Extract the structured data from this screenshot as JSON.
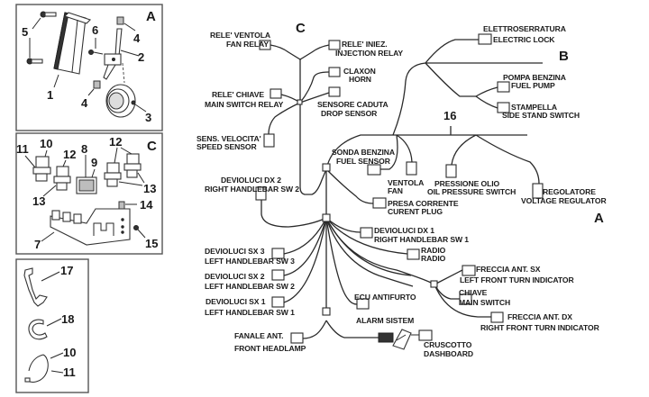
{
  "panels": {
    "A": {
      "label": "A",
      "callouts": [
        "5",
        "1",
        "6",
        "4",
        "2",
        "4",
        "3"
      ],
      "parts": [
        "bolt-pair",
        "relay-box",
        "screw",
        "nut",
        "bracket",
        "nut",
        "horn"
      ]
    },
    "C": {
      "label": "C",
      "callouts": [
        "11",
        "10",
        "12",
        "8",
        "9",
        "12",
        "13",
        "13",
        "14",
        "7",
        "15"
      ],
      "parts": [
        "relay",
        "relay",
        "diode-module",
        "relay",
        "relay",
        "relay-bracket",
        "nut",
        "screw"
      ]
    },
    "misc": {
      "callouts": [
        "17",
        "18",
        "10",
        "11"
      ],
      "parts": [
        "cable-clip",
        "cable-clamp",
        "cable-tie"
      ]
    }
  },
  "harness": {
    "section_labels": {
      "C": "C",
      "B": "B",
      "A": "A",
      "main_cable": "16"
    },
    "connectors": {
      "fan_relay": [
        "RELE' VENTOLA",
        "FAN RELAY"
      ],
      "injection_relay": [
        "RELE' INIEZ.",
        "INJECTION RELAY"
      ],
      "horn": [
        "CLAXON",
        "HORN"
      ],
      "main_switch_relay": [
        "RELE' CHIAVE",
        "MAIN SWITCH RELAY"
      ],
      "drop_sensor": [
        "SENSORE CADUTA",
        "DROP SENSOR"
      ],
      "speed_sensor": [
        "SENS. VELOCITA'",
        "SPEED SENSOR"
      ],
      "electric_lock": [
        "ELETTROSERRATURA",
        "ELECTRIC LOCK"
      ],
      "fuel_pump": [
        "POMPA BENZINA",
        "FUEL PUMP"
      ],
      "side_stand": [
        "STAMPELLA",
        "SIDE STAND SWITCH"
      ],
      "fuel_sensor": [
        "SONDA BENZINA",
        "FUEL SENSOR"
      ],
      "fan": [
        "VENTOLA",
        "FAN"
      ],
      "oil_pressure": [
        "PRESSIONE OLIO",
        "OIL PRESSURE SWITCH"
      ],
      "voltage_regulator": [
        "REGOLATORE",
        "VOLTAGE REGULATOR"
      ],
      "right_sw2": [
        "DEVIOLUCI DX 2",
        "RIGHT HANDLEBAR SW 2"
      ],
      "current_plug": [
        "PRESA CORRENTE",
        "CURENT PLUG"
      ],
      "right_sw1": [
        "DEVIOLUCI DX 1",
        "RIGHT HANDLEBAR SW 1"
      ],
      "radio": [
        "RADIO",
        "RADIO"
      ],
      "left_sw3": [
        "DEVIOLUCI SX 3",
        "LEFT HANDLEBAR SW 3"
      ],
      "left_sw2": [
        "DEVIOLUCI SX 2",
        "LEFT HANDLEBAR SW 2"
      ],
      "left_sw1": [
        "DEVIOLUCI SX 1",
        "LEFT HANDLEBAR SW 1"
      ],
      "left_turn": [
        "FRECCIA ANT. SX",
        "LEFT FRONT TURN INDICATOR"
      ],
      "main_switch": [
        "CHIAVE",
        "MAIN SWITCH"
      ],
      "alarm": [
        "ECU ANTIFURTO",
        "ALARM SISTEM"
      ],
      "right_turn": [
        "FRECCIA ANT. DX",
        "RIGHT FRONT TURN INDICATOR"
      ],
      "headlamp": [
        "FANALE ANT.",
        "FRONT HEADLAMP"
      ],
      "dashboard": [
        "CRUSCOTTO",
        "DASHBOARD"
      ]
    }
  }
}
